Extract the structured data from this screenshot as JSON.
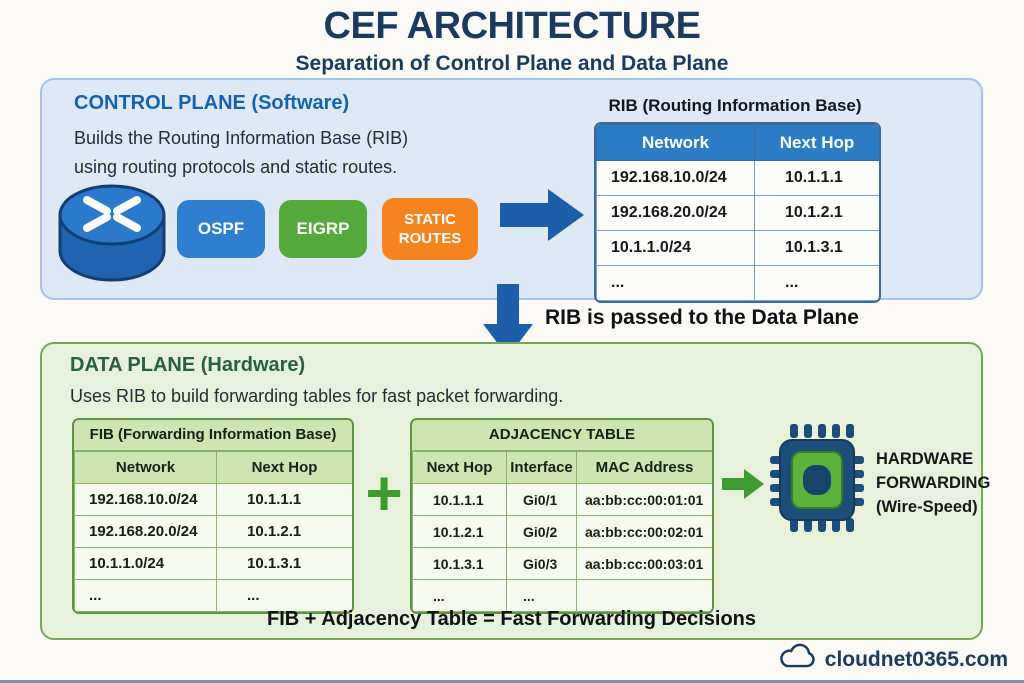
{
  "page": {
    "title": "CEF ARCHITECTURE",
    "subtitle": "Separation of Control Plane and Data Plane",
    "footer_brand": "cloudnet0365.com"
  },
  "control_plane": {
    "heading": "CONTROL PLANE (Software)",
    "description_line1": "Builds the Routing Information Base (RIB)",
    "description_line2": "using routing protocols and static routes.",
    "protocols": [
      {
        "label": "OSPF",
        "color": "#2e7fd0"
      },
      {
        "label": "EIGRP",
        "color": "#56a93b"
      },
      {
        "label": "STATIC ROUTES",
        "color": "#f5841f"
      }
    ],
    "rib_table": {
      "title": "RIB (Routing Information Base)",
      "headers": [
        "Network",
        "Next Hop"
      ],
      "rows": [
        [
          "192.168.10.0/24",
          "10.1.1.1"
        ],
        [
          "192.168.20.0/24",
          "10.1.2.1"
        ],
        [
          "10.1.1.0/24",
          "10.1.3.1"
        ],
        [
          "...",
          "..."
        ]
      ]
    }
  },
  "transition": {
    "label": "RIB is passed to the Data Plane"
  },
  "data_plane": {
    "heading": "DATA PLANE (Hardware)",
    "description": "Uses RIB to build forwarding tables for fast packet forwarding.",
    "fib_table": {
      "title": "FIB (Forwarding Information Base)",
      "headers": [
        "Network",
        "Next Hop"
      ],
      "rows": [
        [
          "192.168.10.0/24",
          "10.1.1.1"
        ],
        [
          "192.168.20.0/24",
          "10.1.2.1"
        ],
        [
          "10.1.1.0/24",
          "10.1.3.1"
        ],
        [
          "...",
          "..."
        ]
      ]
    },
    "plus_label": "+",
    "adjacency_table": {
      "title": "ADJACENCY TABLE",
      "headers": [
        "Next Hop",
        "Interface",
        "MAC Address"
      ],
      "rows": [
        [
          "10.1.1.1",
          "Gi0/1",
          "aa:bb:cc:00:01:01"
        ],
        [
          "10.1.2.1",
          "Gi0/2",
          "aa:bb:cc:00:02:01"
        ],
        [
          "10.1.3.1",
          "Gi0/3",
          "aa:bb:cc:00:03:01"
        ],
        [
          "...",
          "...",
          ""
        ]
      ]
    },
    "hardware": {
      "line1": "HARDWARE",
      "line2": "FORWARDING",
      "line3": "(Wire-Speed)"
    },
    "summary": "FIB + Adjacency Table = Fast Forwarding Decisions"
  },
  "icons": {
    "router": "router-cylinder-icon",
    "control_arrow": "arrow-right-icon",
    "transition_arrow": "arrow-down-icon",
    "hardware_arrow": "arrow-right-icon",
    "chip": "hardware-chip-icon",
    "cloud": "cloud-icon"
  },
  "colors": {
    "title_navy": "#1c3a5e",
    "control_plane_bg": "#dfe9f6",
    "control_plane_heading": "#1563ae",
    "rib_header_bg": "#2b7cc5",
    "arrow_blue": "#1c5ea9",
    "data_plane_bg": "#e7f1db",
    "data_plane_heading": "#2a5f41",
    "green_table_header_bg": "#cde5b0",
    "accent_green": "#3f9a2f",
    "chip_navy": "#1d4e79",
    "chip_green": "#5cb23c"
  }
}
